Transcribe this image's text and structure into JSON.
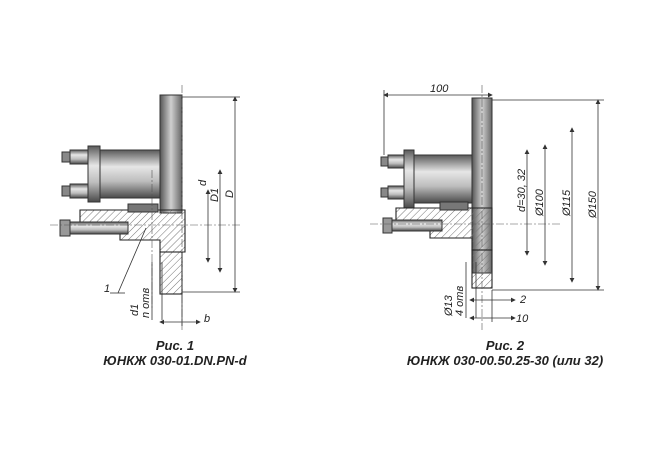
{
  "figure1": {
    "caption_title": "Рис. 1",
    "caption_code": "ЮНКЖ 030-01.DN.PN-d",
    "labels": {
      "d": "d",
      "D1": "D1",
      "D": "D",
      "d1": "d1",
      "n_holes": "n отв",
      "b": "b",
      "callout": "1"
    }
  },
  "figure2": {
    "caption_title": "Рис. 2",
    "caption_code": "ЮНКЖ 030-00.50.25-30 (или 32)",
    "labels": {
      "len100": "100",
      "d_range": "d=30, 32",
      "dia100": "Ø100",
      "dia115": "Ø115",
      "dia150": "Ø150",
      "dia13": "Ø13",
      "holes4": "4 отв",
      "dim2": "2",
      "dim10": "10"
    }
  },
  "colors": {
    "line": "#333333",
    "hatch": "#888888",
    "metal_dark": "#6e6e6e",
    "metal_light": "#d8d8d8"
  }
}
